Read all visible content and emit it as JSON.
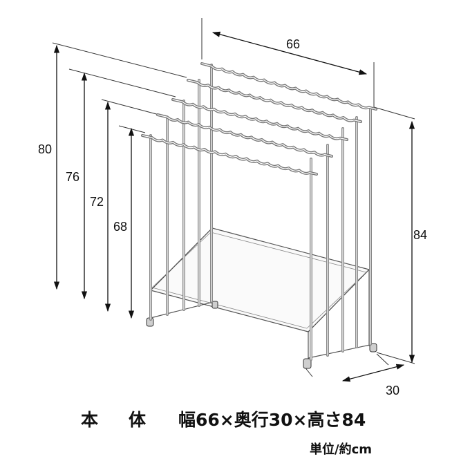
{
  "caption": {
    "main_left": "本",
    "main_right": "体",
    "dimensions": "幅66×奥行30×高さ84",
    "unit": "単位/約cm"
  },
  "dimensions": {
    "width": "66",
    "depth": "30",
    "height_total": "84",
    "bar_heights": [
      "80",
      "76",
      "72",
      "68"
    ]
  }
}
